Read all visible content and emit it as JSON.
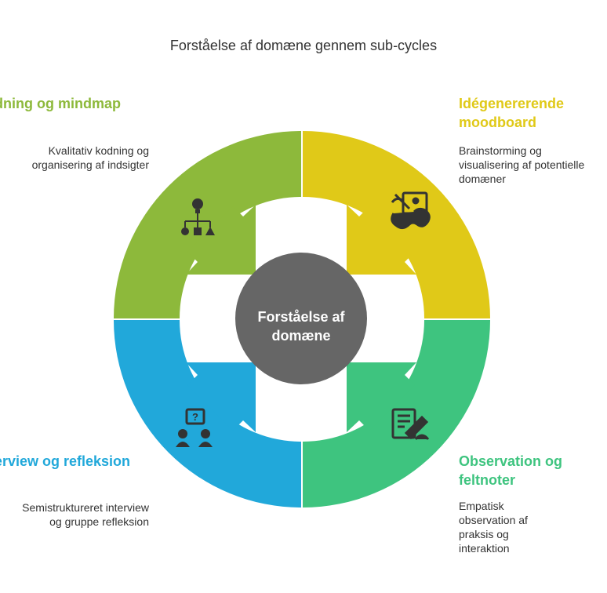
{
  "title": "Forståelse af domæne gennem sub-cycles",
  "center": {
    "label": "Forståelse af domæne",
    "color": "#666666"
  },
  "quadrants": [
    {
      "id": "top-left",
      "title": "Kodning og mindmap",
      "description": "Kvalitativ kodning og organisering af indsigter",
      "color": "#8DB93B",
      "icon": "hierarchy-shapes-icon"
    },
    {
      "id": "top-right",
      "title": "Idégenererende moodboard",
      "description": "Brainstorming og visualisering af potentielle domæner",
      "color": "#E0C918",
      "icon": "art-palette-elephant-icon"
    },
    {
      "id": "bottom-right",
      "title": "Observation og feltnoter",
      "description": "Empatisk observation af praksis og interaktion",
      "color": "#3EC47F",
      "icon": "notes-writing-icon"
    },
    {
      "id": "bottom-left",
      "title": "Interview og refleksion",
      "description": "Semistruktureret interview og gruppe refleksion",
      "color": "#21A8DA",
      "icon": "people-question-icon"
    }
  ]
}
